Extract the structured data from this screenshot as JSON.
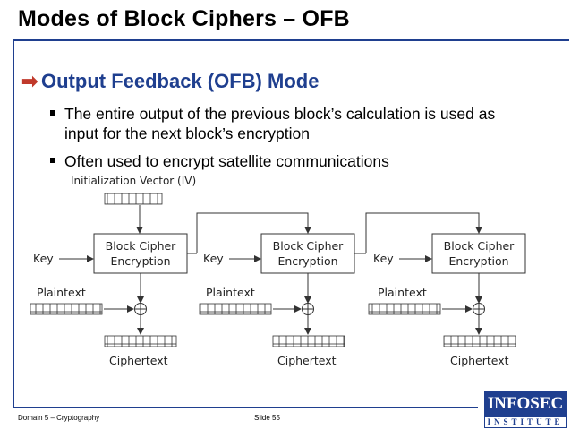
{
  "slide": {
    "title": "Modes of Block Ciphers – OFB",
    "heading": "Output Feedback (OFB) Mode",
    "bullets": [
      "The entire output of the previous block’s calculation is used as input for the next block’s encryption",
      "Often used to encrypt satellite communications"
    ]
  },
  "diagram": {
    "iv_label": "Initialization Vector (IV)",
    "cipher_line1": "Block Cipher",
    "cipher_line2": "Encryption",
    "key_label": "Key",
    "plaintext_label": "Plaintext",
    "ciphertext_label": "Ciphertext",
    "xor_symbol": "⊕"
  },
  "footer": {
    "left": "Domain 5 – Cryptography",
    "center": "Slide 55"
  },
  "logo": {
    "top": "INFOSEC",
    "bottom": "INSTITUTE"
  },
  "colors": {
    "accent": "#1f3f8f",
    "arrow": "#c0392b"
  }
}
